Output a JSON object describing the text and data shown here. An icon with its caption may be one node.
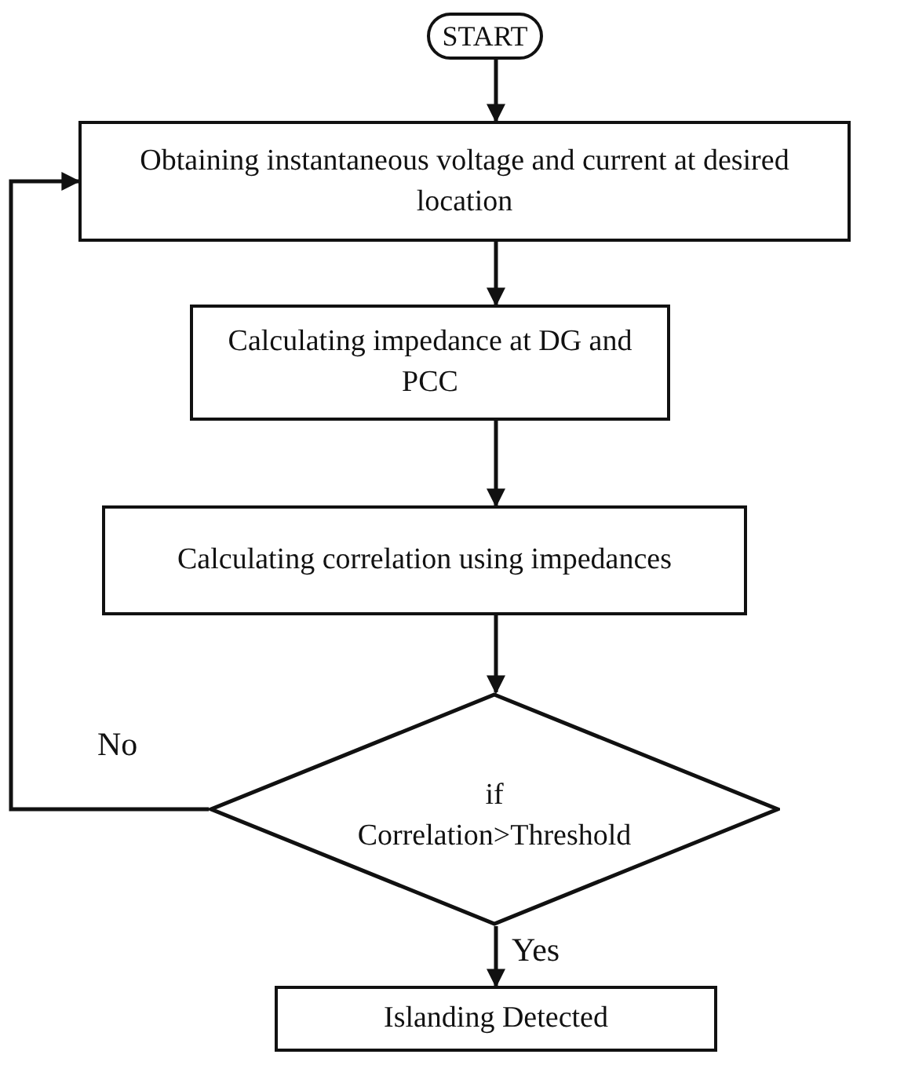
{
  "diagram": {
    "nodes": [
      {
        "text": [
          "START"
        ]
      },
      {
        "text": [
          "Obtaining instantaneous voltage and current at desired location"
        ]
      },
      {
        "text": [
          "Calculating impedance at DG and PCC"
        ]
      },
      {
        "text": [
          "Calculating correlation using impedances"
        ]
      },
      {
        "text": [
          "if Correlation>Threshold"
        ]
      },
      {
        "text": [
          "Islanding Detected"
        ]
      }
    ],
    "edges": [
      {
        "from": 0,
        "to": 1,
        "arrow": "to"
      },
      {
        "from": 1,
        "to": 2,
        "arrow": "to"
      },
      {
        "from": 2,
        "to": 3,
        "arrow": "to"
      },
      {
        "from": 3,
        "to": 4,
        "arrow": "to"
      },
      {
        "from": 4,
        "to": 5,
        "arrow": "to",
        "label": "Yes"
      },
      {
        "from": 4,
        "to": 1,
        "arrow": "to",
        "label": "No"
      }
    ]
  }
}
